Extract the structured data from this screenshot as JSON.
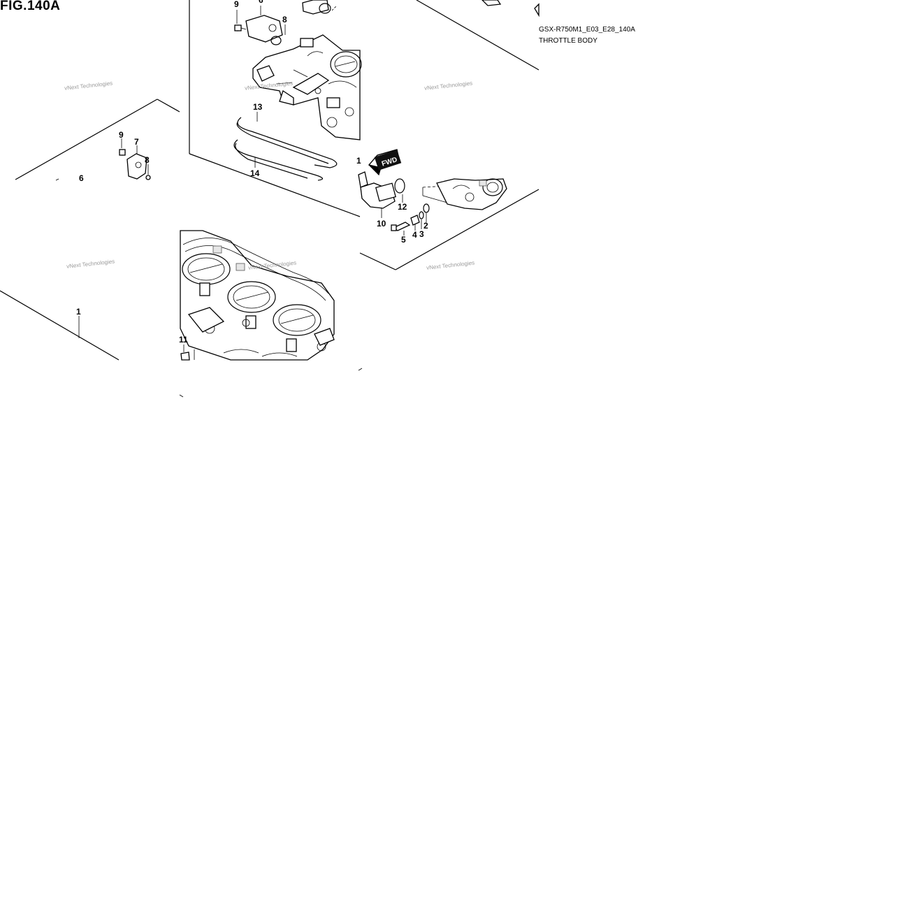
{
  "figure": {
    "title": "FIG.140A",
    "model_code": "GSX-R750M1_E03_E28_140A",
    "section_name": "THROTTLE BODY"
  },
  "watermark": "vNext Technologies",
  "arrow_label": "FWD",
  "callouts": [
    "1",
    "2",
    "3",
    "4",
    "5",
    "6",
    "7",
    "8",
    "9",
    "10",
    "11",
    "12",
    "13",
    "14"
  ]
}
